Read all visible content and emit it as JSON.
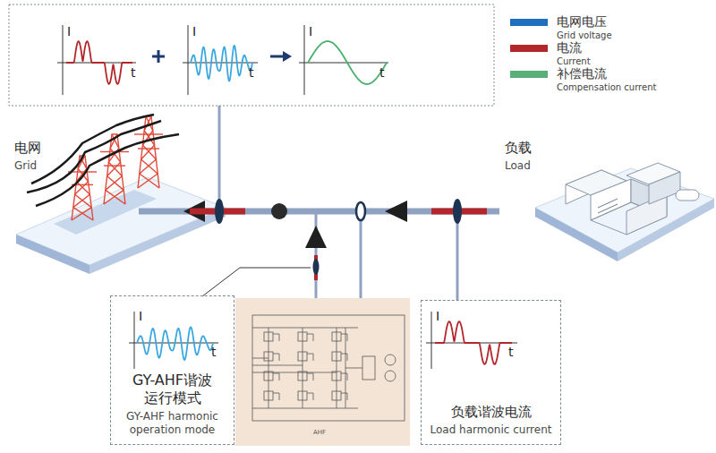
{
  "diagram": {
    "nodes": [
      {
        "text": [
          "电网",
          "Grid"
        ]
      },
      {
        "text": [
          "负载",
          "Load"
        ]
      },
      {
        "text": [
          "GY-AHF谐波运行模式",
          "GY-AHF harmonic operation mode"
        ]
      },
      {
        "text": [
          "负载谐波电流",
          "Load harmonic current"
        ]
      }
    ],
    "edges": [
      {
        "from": 1,
        "to": 0,
        "arrow": "to"
      }
    ],
    "labels": [
      "Grid voltage",
      "Current",
      "Compensation current",
      "I",
      "t",
      "I",
      "t",
      "I",
      "t",
      "I",
      "t",
      "I",
      "t",
      "AHF"
    ],
    "legend": [
      {
        "text": "电网电压",
        "color": "#1f6fbf"
      },
      {
        "text": "电流",
        "color": "#b3262b"
      },
      {
        "text": "补偿电流",
        "color": "#5aae78"
      }
    ]
  }
}
